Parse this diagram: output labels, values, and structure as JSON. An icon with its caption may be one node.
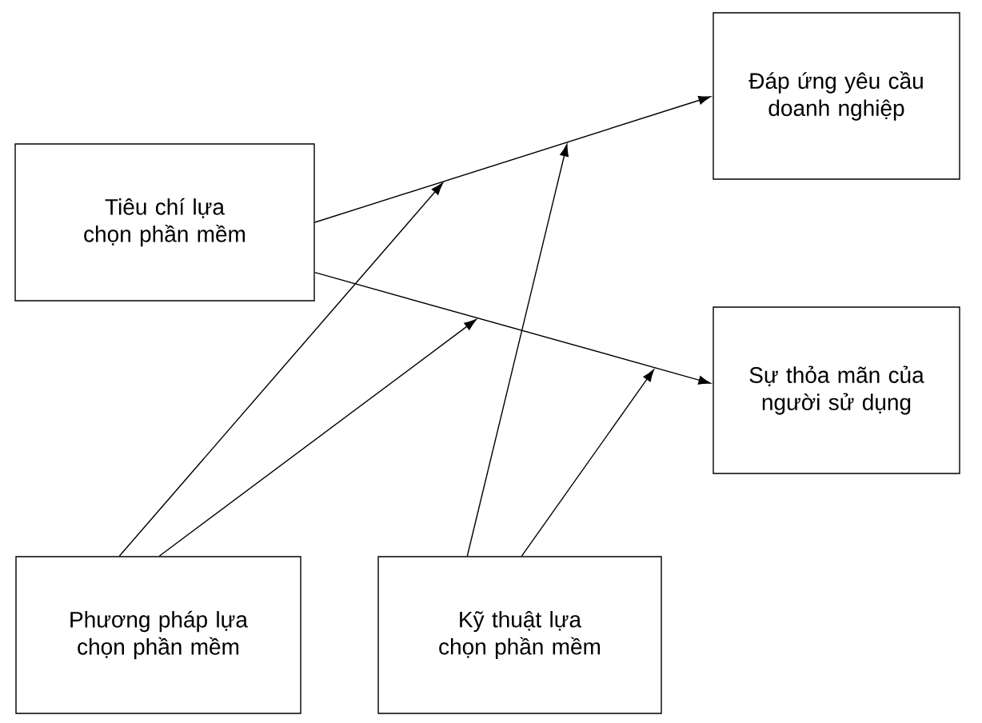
{
  "diagram": {
    "nodes": [
      {
        "text": [
          "Tiêu chí lựa chọn phần mềm"
        ]
      },
      {
        "text": [
          "Đáp ứng yêu cầu doanh nghiệp"
        ]
      },
      {
        "text": [
          "Sự thỏa mãn của người sử dụng"
        ]
      },
      {
        "text": [
          "Phương pháp lựa chọn phần mềm"
        ]
      },
      {
        "text": [
          "Kỹ thuật lựa chọn phần mềm"
        ]
      }
    ],
    "edges": [
      {
        "from": 0,
        "to": 1,
        "arrow": "to"
      },
      {
        "from": 0,
        "to": 2,
        "arrow": "to"
      },
      {
        "from": 3,
        "to": null,
        "arrow": "to"
      },
      {
        "from": 3,
        "to": null,
        "arrow": "to"
      },
      {
        "from": 4,
        "to": null,
        "arrow": "to"
      },
      {
        "from": 4,
        "to": null,
        "arrow": "to"
      }
    ]
  }
}
